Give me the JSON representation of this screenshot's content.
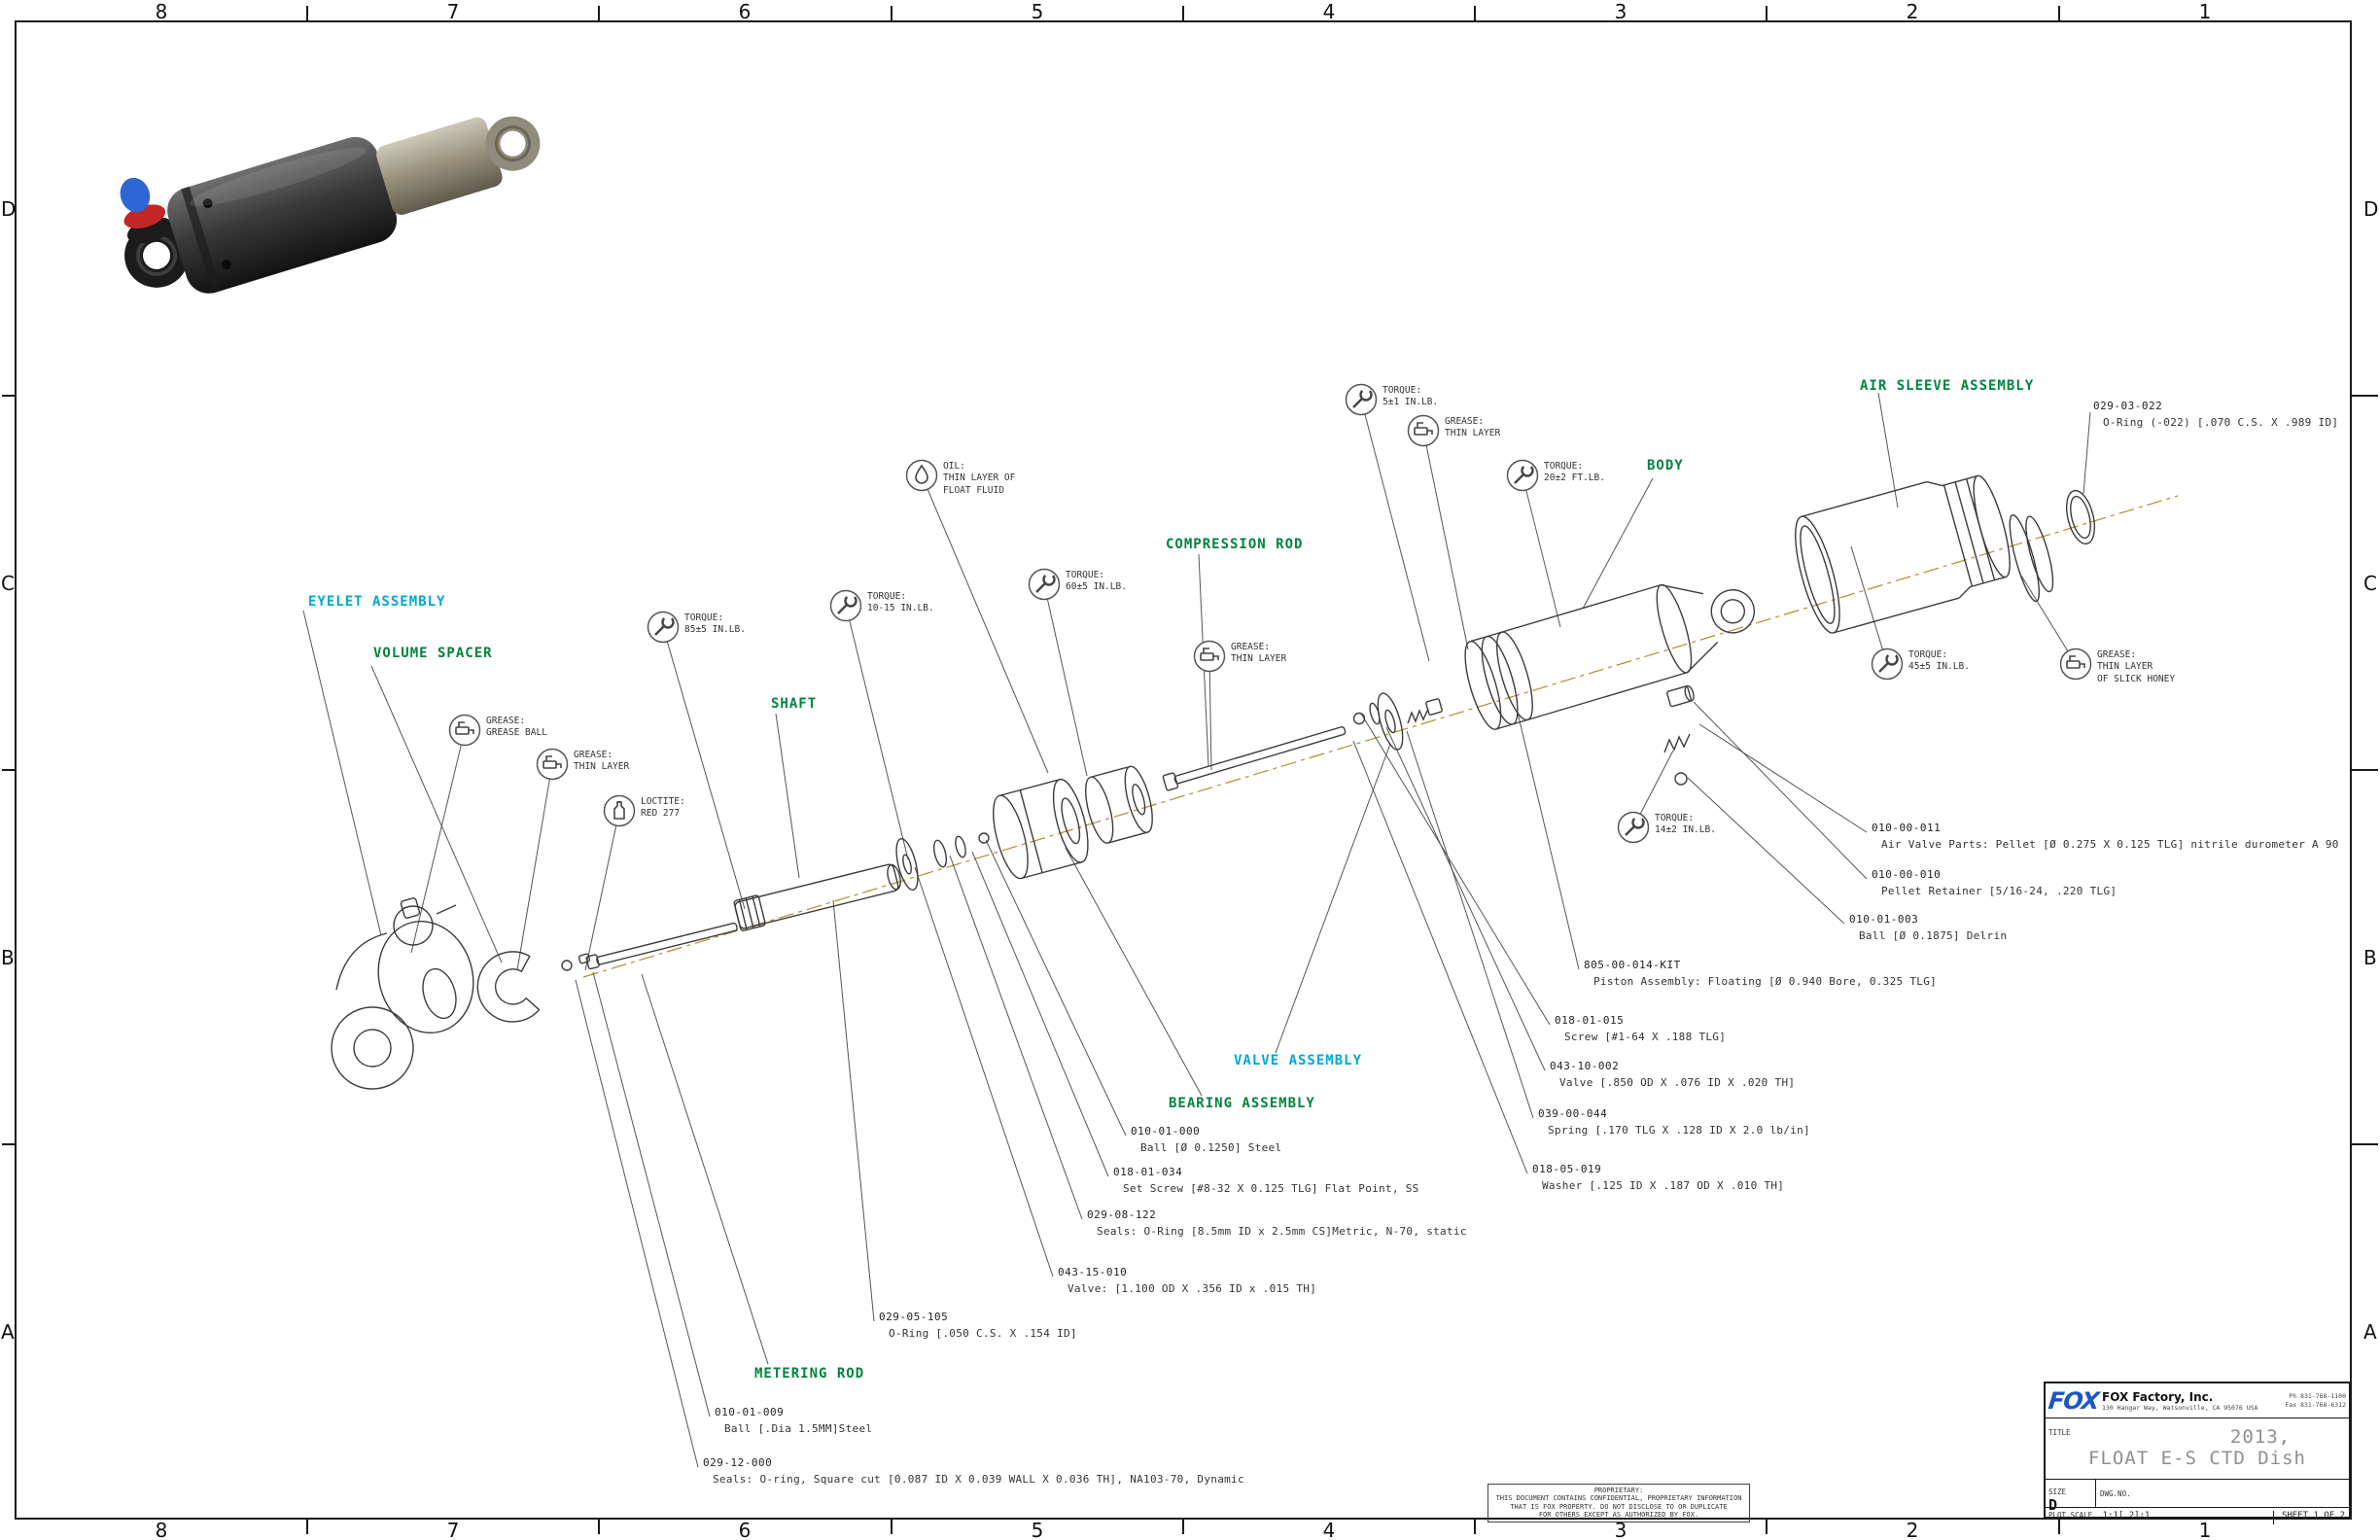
{
  "colors": {
    "label_green": "#00843D",
    "label_cyan": "#00A9CE",
    "line": "#555555",
    "centerline": "#b08d2f",
    "logo_blue": "#1a56c4",
    "title_gray": "#8f8f8f"
  },
  "frame": {
    "zone_cols": [
      "8",
      "7",
      "6",
      "5",
      "4",
      "3",
      "2",
      "1"
    ],
    "zone_rows": [
      "D",
      "C",
      "B",
      "A"
    ]
  },
  "assembly_labels": [
    {
      "text": "AIR SLEEVE ASSEMBLY",
      "color": "#00843D"
    },
    {
      "text": "BODY",
      "color": "#00843D"
    },
    {
      "text": "COMPRESSION ROD",
      "color": "#00843D"
    },
    {
      "text": "EYELET ASSEMBLY",
      "color": "#00A9CE"
    },
    {
      "text": "VOLUME SPACER",
      "color": "#00843D"
    },
    {
      "text": "SHAFT",
      "color": "#00843D"
    },
    {
      "text": "VALVE ASSEMBLY",
      "color": "#00A9CE"
    },
    {
      "text": "BEARING ASSEMBLY",
      "color": "#00843D"
    },
    {
      "text": "METERING ROD",
      "color": "#00843D"
    }
  ],
  "process_callouts": [
    {
      "icon": "torque",
      "line1": "TORQUE:",
      "line2": "5±1 IN.LB."
    },
    {
      "icon": "grease",
      "line1": "GREASE:",
      "line2": "THIN LAYER"
    },
    {
      "icon": "torque",
      "line1": "TORQUE:",
      "line2": "20±2 FT.LB."
    },
    {
      "icon": "oil",
      "line1": "OIL:",
      "line2": "THIN LAYER OF",
      "line3": "FLOAT FLUID"
    },
    {
      "icon": "torque",
      "line1": "TORQUE:",
      "line2": "60±5 IN.LB."
    },
    {
      "icon": "torque",
      "line1": "TORQUE:",
      "line2": "10-15 IN.LB."
    },
    {
      "icon": "torque",
      "line1": "TORQUE:",
      "line2": "85±5 IN.LB."
    },
    {
      "icon": "grease",
      "line1": "GREASE:",
      "line2": "THIN LAYER"
    },
    {
      "icon": "grease",
      "line1": "GREASE:",
      "line2": "GREASE BALL"
    },
    {
      "icon": "grease",
      "line1": "GREASE:",
      "line2": "THIN LAYER"
    },
    {
      "icon": "loctite",
      "line1": "LOCTITE:",
      "line2": "RED 277"
    },
    {
      "icon": "torque",
      "line1": "TORQUE:",
      "line2": "45±5 IN.LB."
    },
    {
      "icon": "grease",
      "line1": "GREASE:",
      "line2": "THIN LAYER",
      "line3": "OF SLICK HONEY"
    },
    {
      "icon": "torque",
      "line1": "TORQUE:",
      "line2": "14±2 IN.LB."
    }
  ],
  "part_callouts": [
    {
      "number": "029-03-022",
      "desc": "O-Ring (-022) [.070 C.S. X .989 ID]"
    },
    {
      "number": "010-00-011",
      "desc": "Air Valve Parts: Pellet [Ø 0.275 X 0.125 TLG] nitrile durometer A 90"
    },
    {
      "number": "010-00-010",
      "desc": "Pellet Retainer [5/16-24, .220 TLG]"
    },
    {
      "number": "010-01-003",
      "desc": "Ball [Ø 0.1875] Delrin"
    },
    {
      "number": "805-00-014-KIT",
      "desc": "Piston Assembly: Floating [Ø 0.940 Bore, 0.325 TLG]"
    },
    {
      "number": "018-01-015",
      "desc": "Screw [#1-64 X .188 TLG]"
    },
    {
      "number": "043-10-002",
      "desc": "Valve [.850 OD X .076 ID X .020 TH]"
    },
    {
      "number": "039-00-044",
      "desc": "Spring [.170 TLG X .128 ID X 2.0 lb/in]"
    },
    {
      "number": "018-05-019",
      "desc": "Washer [.125 ID X .187 OD X .010 TH]"
    },
    {
      "number": "010-01-000",
      "desc": "Ball [Ø 0.1250] Steel"
    },
    {
      "number": "018-01-034",
      "desc": "Set Screw [#8-32 X 0.125 TLG]  Flat Point, SS"
    },
    {
      "number": "029-08-122",
      "desc": "Seals: O-Ring [8.5mm ID x 2.5mm CS]Metric, N-70, static"
    },
    {
      "number": "043-15-010",
      "desc": "Valve: [1.100 OD X .356 ID x .015 TH]"
    },
    {
      "number": "029-05-105",
      "desc": "O-Ring [.050 C.S. X .154 ID]"
    },
    {
      "number": "010-01-009",
      "desc": "Ball [.Dia 1.5MM]Steel"
    },
    {
      "number": "029-12-000",
      "desc": "Seals: O-ring, Square cut [0.087 ID X 0.039 WALL X 0.036 TH], NA103-70, Dynamic"
    }
  ],
  "title_block": {
    "logo": "FOX",
    "company": "FOX Factory, Inc.",
    "address": "130 Hangar Way, Watsonville, CA 95076 USA",
    "phone": "Ph 831-768-1100",
    "fax": "Fax 831-768-6312",
    "title_label": "TITLE",
    "title_line1": "2013,",
    "title_line2": "FLOAT E-S CTD Dish",
    "size_label": "SIZE",
    "size": "D",
    "dwg_label": "DWG.NO.",
    "plot_scale_label": "PLOT SCALE",
    "plot_scale": "1:1[.2]:1",
    "sheet": "SHEET  1 OF 2"
  },
  "proprietary": {
    "line1": "PROPRIETARY:",
    "line2": "THIS DOCUMENT CONTAINS CONFIDENTIAL, PROPRIETARY INFORMATION",
    "line3": "THAT IS FOX PROPERTY.  DO NOT DISCLOSE TO OR DUPLICATE",
    "line4": "FOR OTHERS EXCEPT AS AUTHORIZED BY FOX."
  }
}
